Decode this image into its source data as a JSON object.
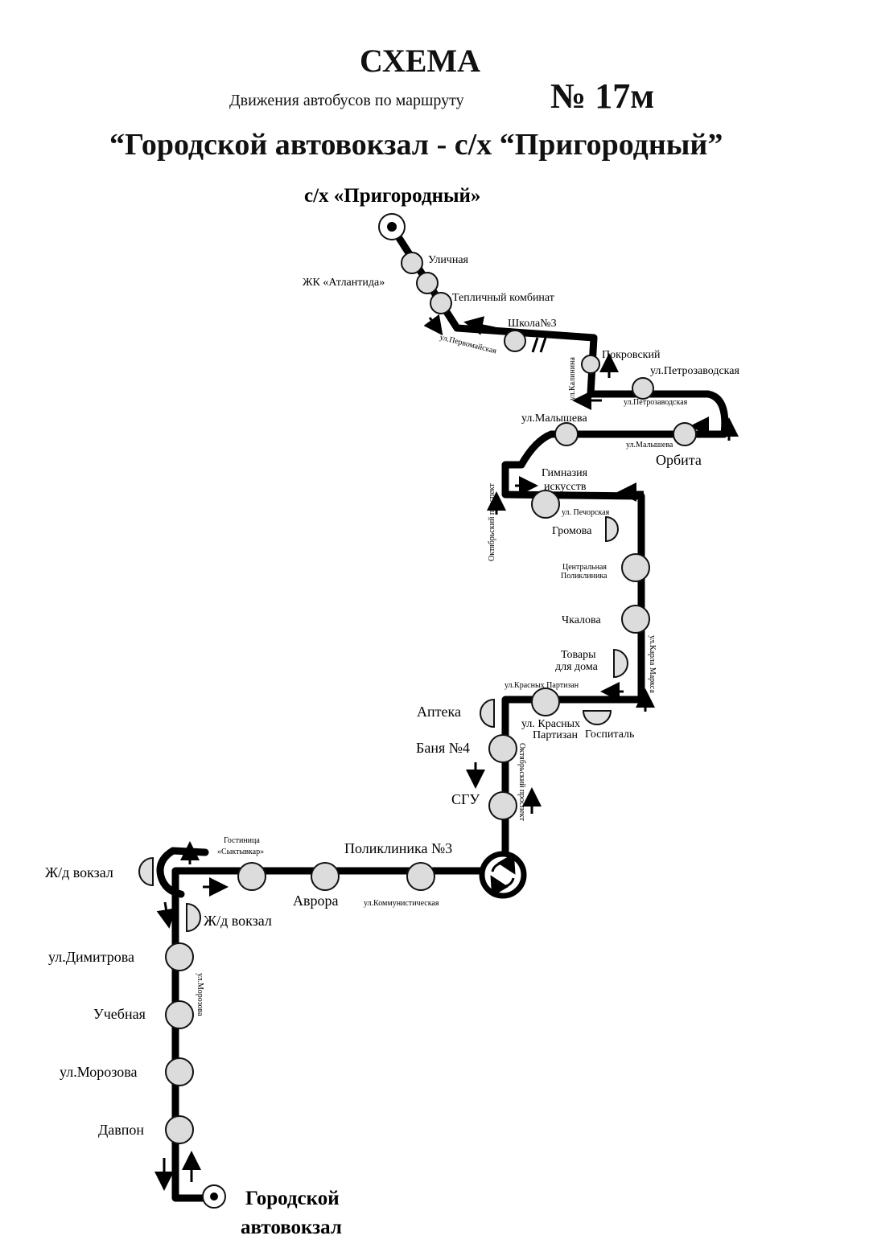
{
  "header": {
    "title": "СХЕМА",
    "subtitle": "Движения автобусов по маршруту",
    "route_number": "№ 17м",
    "route_name": "“Городской автовокзал - с/х “Пригородный”"
  },
  "terminals": {
    "start": "с/х «Пригородный»",
    "end_line1": "Городской",
    "end_line2": "автовокзал"
  },
  "stops": {
    "ulichnaya": "Уличная",
    "zhk_atlantida": "ЖК «Атлантида»",
    "teplichny": "Тепличный комбинат",
    "shkola3": "Школа№3",
    "pokrovsky": "Покровский",
    "petrozavodskaya": "ул.Петрозаводская",
    "malysheva": "ул.Малышева",
    "orbita": "Орбита",
    "gimnaziya_1": "Гимназия",
    "gimnaziya_2": "искусств",
    "gromova": "Громова",
    "tsentr_1": "Центральная",
    "tsentr_2": "Поликлиника",
    "chkalova": "Чкалова",
    "tovary_1": "Товары",
    "tovary_2": "для дома",
    "apteka": "Аптека",
    "krasnykh_1": "ул. Красных",
    "krasnykh_2": "Партизан",
    "gospital": "Госпиталь",
    "banya4": "Баня №4",
    "sgu": "СГУ",
    "poliklinika3": "Поликлиника №3",
    "gostinitsa_1": "Гостиница",
    "gostinitsa_2": "«Сыктывкар»",
    "avrora": "Аврора",
    "zhd_vokzal_left": "Ж/д вокзал",
    "zhd_vokzal_right": "Ж/д вокзал",
    "dimitrova": "ул.Димитрова",
    "uchebnaya": "Учебная",
    "morozova": "ул.Морозова",
    "davpon": "Давпон"
  },
  "streets": {
    "pervomayskaya": "ул.Первомайская",
    "kalinina": "ул.Калинина",
    "petrozavodskaya": "ул.Петрозаводская",
    "malysheva": "ул.Малышева",
    "oktyabrsky_1": "Октябрьский проспект",
    "pechorskaya": "ул. Печорская",
    "karla_marksa": "ул.Карла Маркса",
    "krasnykh_partizan": "ул.Красных Партизан",
    "oktyabrsky_2": "Октябрьский проспект",
    "kommunisticheskaya": "ул.Коммунистическая",
    "morozova": "ул.Морозова"
  },
  "colors": {
    "route": "#000000",
    "stop_fill": "#dcdcdc",
    "background": "#ffffff"
  }
}
